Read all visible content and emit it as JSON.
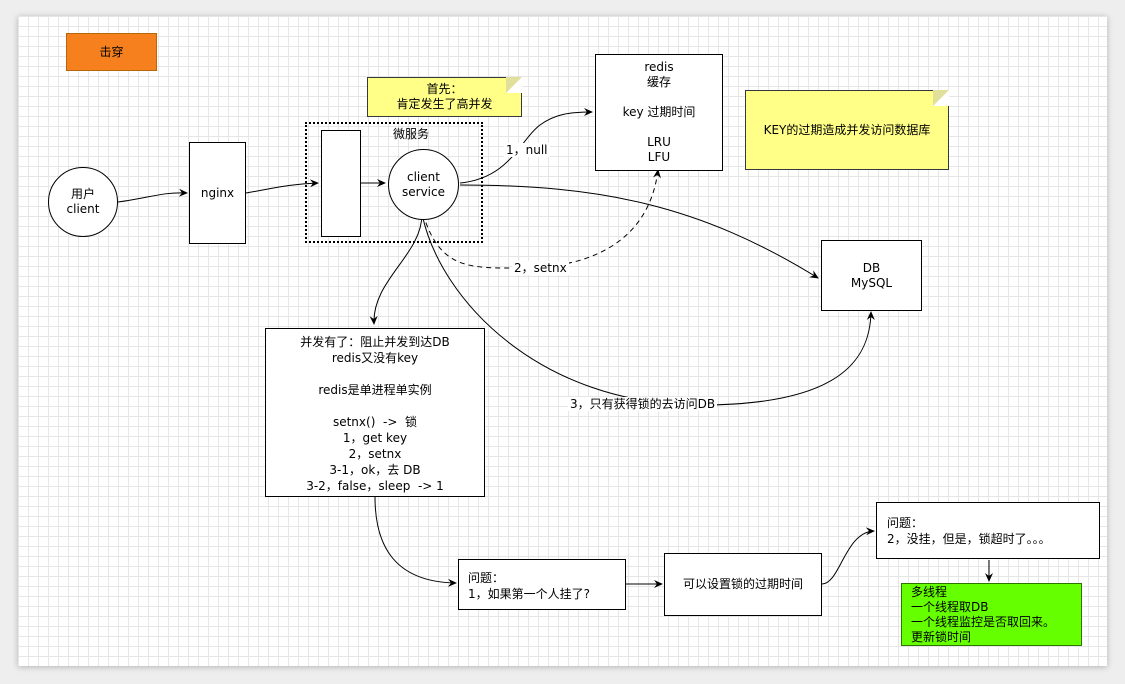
{
  "colors": {
    "title_fill": "#f7801e",
    "note_fill": "#ffff88",
    "green_fill": "#66ff00"
  },
  "title": "击穿",
  "note_first": "首先：\n肯定发生了高并发",
  "note_key": "KEY的过期造成并发访问数据库",
  "user_client": "用户\nclient",
  "nginx": "nginx",
  "microservice_label": "微服务",
  "client_service": "client\nservice",
  "redis_box": "redis\n缓存\n\nkey 过期时间\n\nLRU\nLFU",
  "db_box": "DB\nMySQL",
  "concurrency_box": "并发有了：阻止并发到达DB\nredis又没有key\n\nredis是单进程单实例\n\nsetnx()  ->  锁\n1，get key\n2，setnx\n3-1，ok，去 DB\n3-2，false，sleep  -> 1",
  "problem1": "问题：\n1，如果第一个人挂了?",
  "expire_box": "可以设置锁的过期时间",
  "problem2": "问题：\n2，没挂，但是，锁超时了。。。",
  "multithread": "多线程\n一个线程取DB\n一个线程监控是否取回来。\n更新锁时间",
  "edge_labels": {
    "null": "1，null",
    "setnx": "2，setnx",
    "only_lock": "3，只有获得锁的去访问DB"
  }
}
